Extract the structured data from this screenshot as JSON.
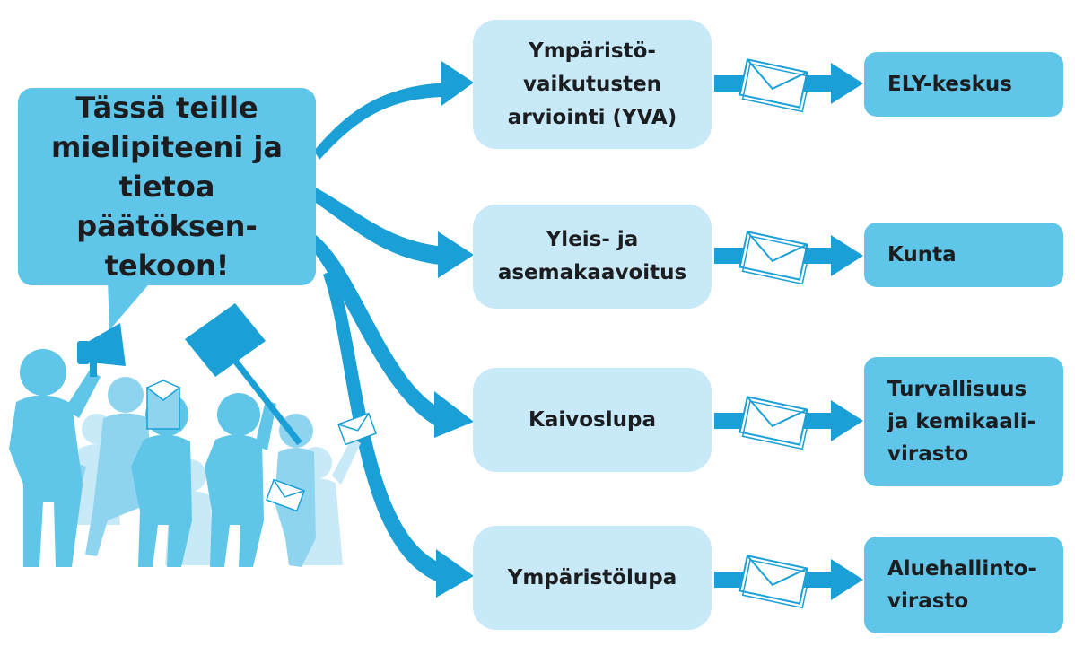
{
  "speech_bubble": {
    "text": "Tässä teille\nmielipiteeni ja\ntietoa päätöksen-\ntekoon!"
  },
  "processes": [
    {
      "label": "Ympäristö-\nvaikutusten\narviointi (YVA)",
      "authority": "ELY-keskus"
    },
    {
      "label": "Yleis- ja\nasemakaavoitus",
      "authority": "Kunta"
    },
    {
      "label": "Kaivoslupa",
      "authority": "Turvallisuus\nja kemikaali-\nvirasto"
    },
    {
      "label": "Ympäristölupa",
      "authority": "Aluehallinto-\nvirasto"
    }
  ],
  "colors": {
    "bubble": "#5fc6e9",
    "process_box": "#c8e9f7",
    "authority_box": "#5fc6e9",
    "arrow": "#1aa0d6",
    "text": "#1b1d20"
  },
  "icons": [
    "megaphone-icon",
    "protest-sign-icon",
    "envelope-icon",
    "crowd-illustration"
  ]
}
